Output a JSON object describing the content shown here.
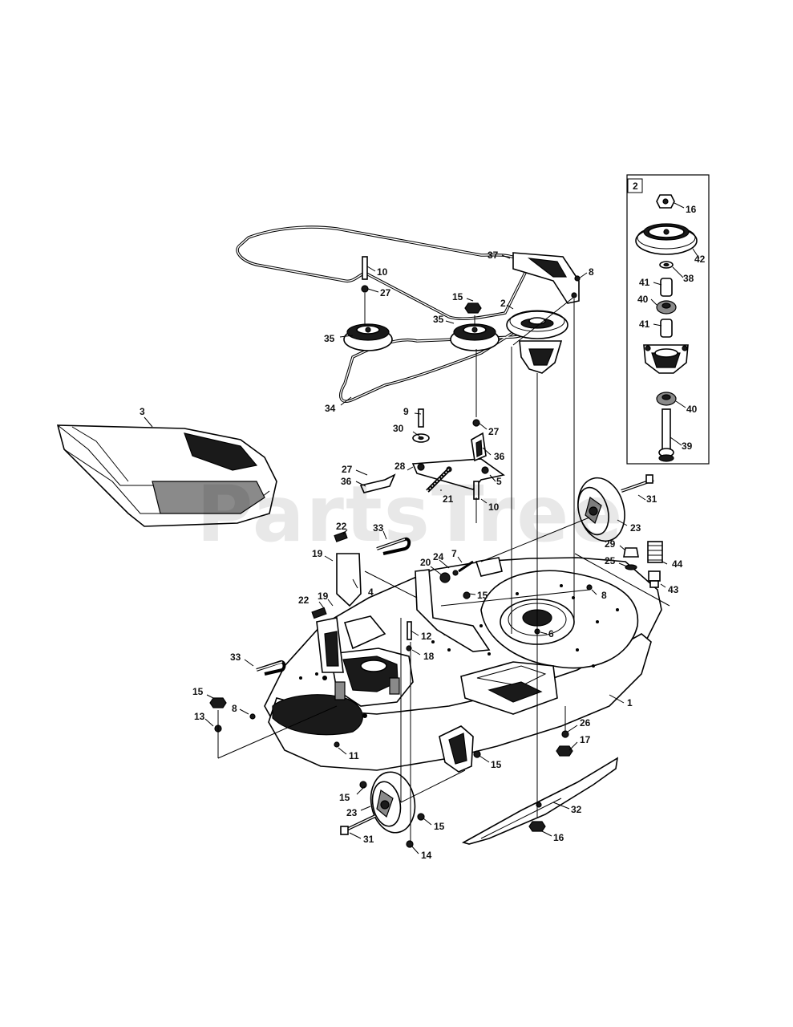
{
  "watermark": "PartsTree",
  "inset_box_label": "2",
  "colors": {
    "ink": "#000000",
    "paper": "#ffffff",
    "watermark": "#d9d9d9"
  },
  "callouts": [
    {
      "id": "c-10a",
      "text": "10"
    },
    {
      "id": "c-27a",
      "text": "27"
    },
    {
      "id": "c-15a",
      "text": "15"
    },
    {
      "id": "c-2",
      "text": "2"
    },
    {
      "id": "c-37",
      "text": "37"
    },
    {
      "id": "c-8a",
      "text": "8"
    },
    {
      "id": "c-35a",
      "text": "35"
    },
    {
      "id": "c-35b",
      "text": "35"
    },
    {
      "id": "c-34",
      "text": "34"
    },
    {
      "id": "c-3",
      "text": "3"
    },
    {
      "id": "c-9",
      "text": "9"
    },
    {
      "id": "c-30",
      "text": "30"
    },
    {
      "id": "c-27b",
      "text": "27"
    },
    {
      "id": "c-36a",
      "text": "36"
    },
    {
      "id": "c-28",
      "text": "28"
    },
    {
      "id": "c-27c",
      "text": "27"
    },
    {
      "id": "c-36b",
      "text": "36"
    },
    {
      "id": "c-5",
      "text": "5"
    },
    {
      "id": "c-21",
      "text": "21"
    },
    {
      "id": "c-10b",
      "text": "10"
    },
    {
      "id": "c-31a",
      "text": "31"
    },
    {
      "id": "c-23a",
      "text": "23"
    },
    {
      "id": "c-22a",
      "text": "22"
    },
    {
      "id": "c-33a",
      "text": "33"
    },
    {
      "id": "c-19a",
      "text": "19"
    },
    {
      "id": "c-20",
      "text": "20"
    },
    {
      "id": "c-24",
      "text": "24"
    },
    {
      "id": "c-7",
      "text": "7"
    },
    {
      "id": "c-29",
      "text": "29"
    },
    {
      "id": "c-25",
      "text": "25"
    },
    {
      "id": "c-44",
      "text": "44"
    },
    {
      "id": "c-43",
      "text": "43"
    },
    {
      "id": "c-4",
      "text": "4"
    },
    {
      "id": "c-15b",
      "text": "15"
    },
    {
      "id": "c-8b",
      "text": "8"
    },
    {
      "id": "c-22b",
      "text": "22"
    },
    {
      "id": "c-19b",
      "text": "19"
    },
    {
      "id": "c-6",
      "text": "6"
    },
    {
      "id": "c-12",
      "text": "12"
    },
    {
      "id": "c-18",
      "text": "18"
    },
    {
      "id": "c-33b",
      "text": "33"
    },
    {
      "id": "c-1",
      "text": "1"
    },
    {
      "id": "c-15c",
      "text": "15"
    },
    {
      "id": "c-13",
      "text": "13"
    },
    {
      "id": "c-8c",
      "text": "8"
    },
    {
      "id": "c-26",
      "text": "26"
    },
    {
      "id": "c-17",
      "text": "17"
    },
    {
      "id": "c-11",
      "text": "11"
    },
    {
      "id": "c-15d",
      "text": "15"
    },
    {
      "id": "c-15e",
      "text": "15"
    },
    {
      "id": "c-23b",
      "text": "23"
    },
    {
      "id": "c-32",
      "text": "32"
    },
    {
      "id": "c-15f",
      "text": "15"
    },
    {
      "id": "c-31b",
      "text": "31"
    },
    {
      "id": "c-16a",
      "text": "16"
    },
    {
      "id": "c-14",
      "text": "14"
    },
    {
      "id": "c-16b",
      "text": "16"
    },
    {
      "id": "c-42",
      "text": "42"
    },
    {
      "id": "c-38",
      "text": "38"
    },
    {
      "id": "c-41a",
      "text": "41"
    },
    {
      "id": "c-40a",
      "text": "40"
    },
    {
      "id": "c-41b",
      "text": "41"
    },
    {
      "id": "c-40b",
      "text": "40"
    },
    {
      "id": "c-39",
      "text": "39"
    }
  ]
}
